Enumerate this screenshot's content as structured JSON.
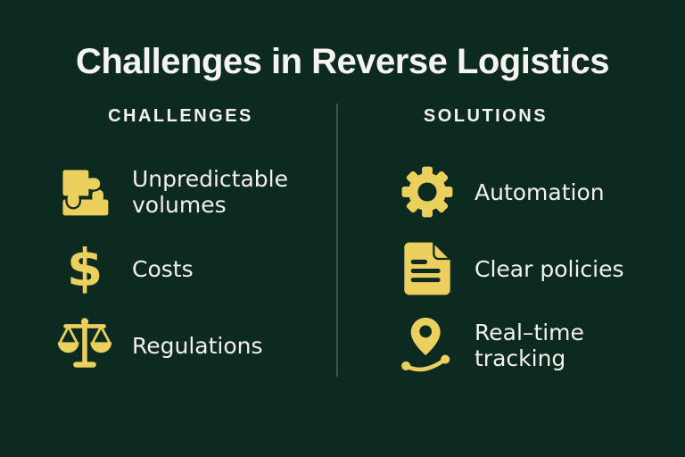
{
  "page": {
    "title": "Challenges in Reverse Logistics"
  },
  "colors": {
    "background": "#0d2a20",
    "accent": "#ecd05e",
    "text": "#f2f1ea",
    "title_text": "#f6f4ee",
    "divider": "#3b564b"
  },
  "challenges": {
    "header": "CHALLENGES",
    "items": [
      {
        "label": "Unpredictable volumes",
        "icon": "puzzle-icon"
      },
      {
        "label": "Costs",
        "icon": "dollar-icon",
        "glyph": "$"
      },
      {
        "label": "Regulations",
        "icon": "scales-icon"
      }
    ]
  },
  "solutions": {
    "header": "SOLUTIONS",
    "items": [
      {
        "label": "Automation",
        "icon": "gear-icon"
      },
      {
        "label": "Clear policies",
        "icon": "document-icon"
      },
      {
        "label": "Real–time tracking",
        "icon": "location-route-icon"
      }
    ]
  }
}
